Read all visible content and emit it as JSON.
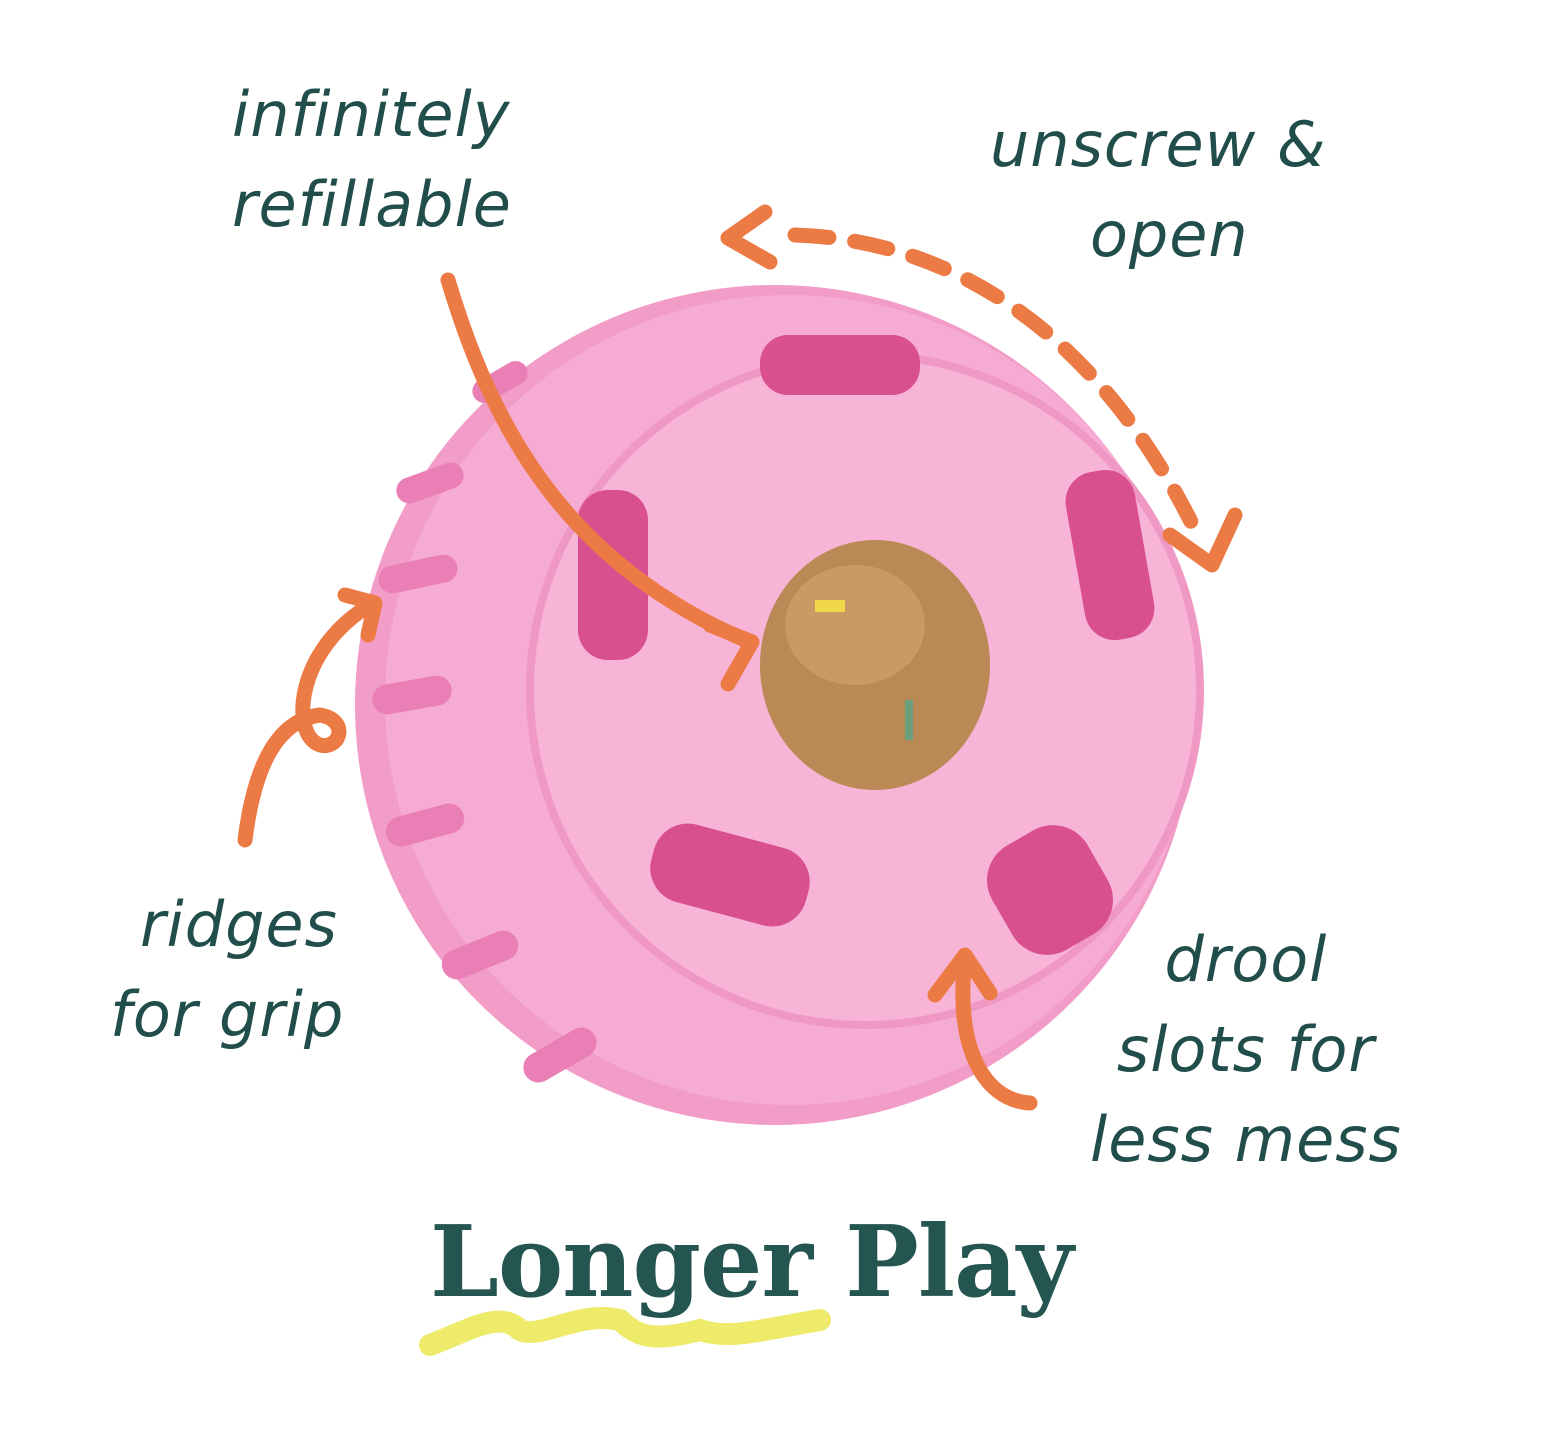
{
  "callouts": {
    "refillable": [
      "infinitely",
      "refillable"
    ],
    "unscrew": [
      "unscrew &",
      "open"
    ],
    "ridges": [
      "ridges",
      "for grip"
    ],
    "drool": [
      "drool",
      "slots for",
      "less mess"
    ]
  },
  "title": "Longer Play",
  "colors": {
    "text": "#214e4a",
    "arrow": "#ec7a45",
    "ball": "#f5a6cf",
    "treat": "#b98a55",
    "underline": "#eeea6a"
  }
}
